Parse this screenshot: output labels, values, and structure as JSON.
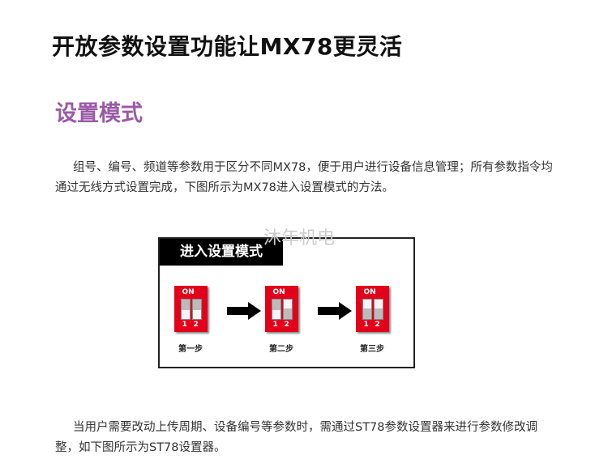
{
  "title": "开放参数设置功能让MX78更灵活",
  "section": "设置模式",
  "para1": "组号、编号、频道等参数用于区分不同MX78，便于用户进行设备信息管理；所有参数指令均通过无线方式设置完成，下图所示为MX78进入设置模式的方法。",
  "watermark": "沐年机电",
  "diagram": {
    "heading": "进入设置模式",
    "on_label": "ON",
    "steps": [
      {
        "label": "第一步",
        "switch1": "off",
        "switch2": "off"
      },
      {
        "label": "第二步",
        "switch1": "off",
        "switch2": "on"
      },
      {
        "label": "第三步",
        "switch1": "on",
        "switch2": "on"
      }
    ],
    "switch_numbers": [
      "1",
      "2"
    ]
  },
  "para2": "当用户需要改动上传周期、设备编号等参数时，需通过ST78参数设置器来进行参数修改调整，如下图所示为ST78设置器。"
}
